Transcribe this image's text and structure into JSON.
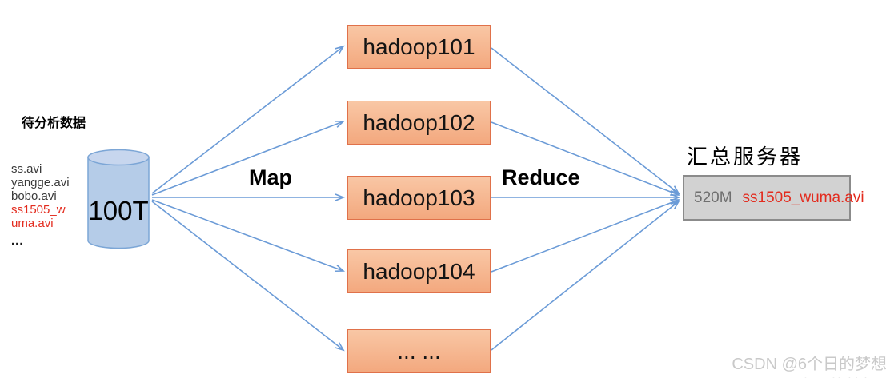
{
  "diagram": {
    "source": {
      "heading": "待分析数据",
      "files": [
        "ss.avi",
        "yangge.avi",
        "bobo.avi"
      ],
      "highlighted_files": [
        "ss1505_w",
        "uma.avi"
      ],
      "more": "...",
      "capacity": "100T"
    },
    "map_label": "Map",
    "reduce_label": "Reduce",
    "nodes": [
      "hadoop101",
      "hadoop102",
      "hadoop103",
      "hadoop104",
      "... ..."
    ],
    "aggregator": {
      "heading": "汇总服务器",
      "size": "520M",
      "file": "ss1505_wuma.avi"
    },
    "watermark": "CSDN @6个日的梦想"
  },
  "colors": {
    "arrow_blue": "#6b9bd7",
    "node_fill_top": "#f9c7a5",
    "node_fill_bottom": "#f3a87e",
    "node_border": "#e0714a",
    "cylinder_fill": "#b5cce8",
    "cylinder_top_fill": "#c7d6ee",
    "cylinder_border": "#7ca6d6",
    "aggregator_fill": "#d2d2d2",
    "aggregator_border": "#8b8b8b",
    "highlight_red": "#e32b1e",
    "muted_gray_text": "#6f6f6f",
    "watermark_gray": "#c9c9c9"
  }
}
